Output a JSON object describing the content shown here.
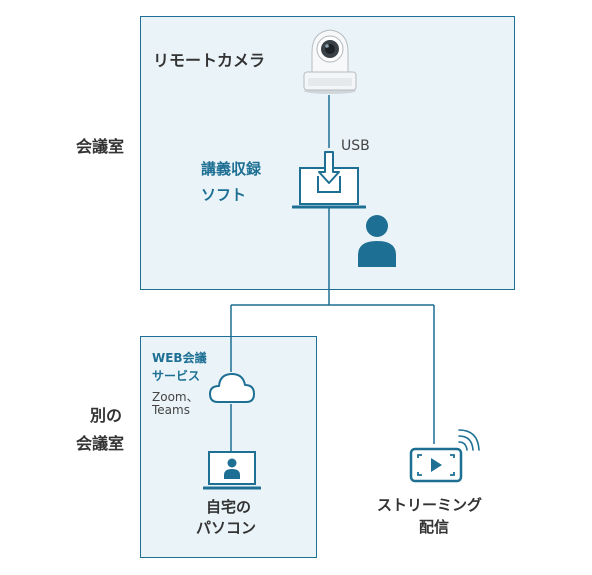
{
  "main_room": {
    "label": "会議室",
    "camera_label": "リモートカメラ",
    "usb_label": "USB",
    "software_line1": "講義収録",
    "software_line2": "ソフト"
  },
  "other_room": {
    "label_line1": "別の",
    "label_line2": "会議室",
    "web_service_line1": "WEB会議",
    "web_service_line2": "サービス",
    "service_examples_line1": "Zoom、",
    "service_examples_line2": "Teams",
    "home_pc_line1": "自宅の",
    "home_pc_line2": "パソコン"
  },
  "streaming": {
    "label_line1": "ストリーミング",
    "label_line2": "配信"
  },
  "colors": {
    "accent": "#1d6f93",
    "room_fill": "#eaf4f8"
  },
  "icons": [
    "camera-icon",
    "download-laptop-icon",
    "person-icon",
    "cloud-icon",
    "user-laptop-icon",
    "streaming-screen-icon",
    "wireless-waves-icon"
  ]
}
